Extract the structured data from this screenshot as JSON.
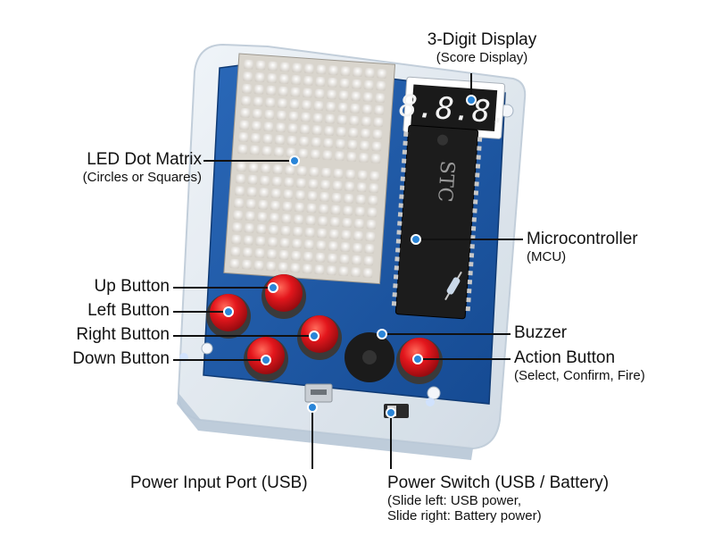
{
  "labels": {
    "display": {
      "title": "3-Digit Display",
      "sub": "(Score Display)"
    },
    "matrix": {
      "title": "LED Dot Matrix",
      "sub": "(Circles or Squares)"
    },
    "mcu": {
      "title": "Microcontroller",
      "sub": "(MCU)"
    },
    "up": "Up Button",
    "left": "Left Button",
    "right": "Right Button",
    "down": "Down Button",
    "buzzer": "Buzzer",
    "action": {
      "title": "Action Button",
      "sub": "(Select, Confirm, Fire)"
    },
    "usb": "Power Input Port (USB)",
    "switch": {
      "title": "Power Switch (USB / Battery)",
      "sub1": "(Slide left: USB power,",
      "sub2": "Slide right: Battery power)"
    }
  },
  "board": {
    "seven_segment_text": "8.8.8.",
    "chip_text": "STC"
  },
  "colors": {
    "pcb": "#1f5aa8",
    "pcb_dark": "#12407e",
    "led_matrix": "#ece9e3",
    "button_red": "#e0121a",
    "callout_dot": "#2a85d8",
    "case": "#dfe8f0"
  }
}
